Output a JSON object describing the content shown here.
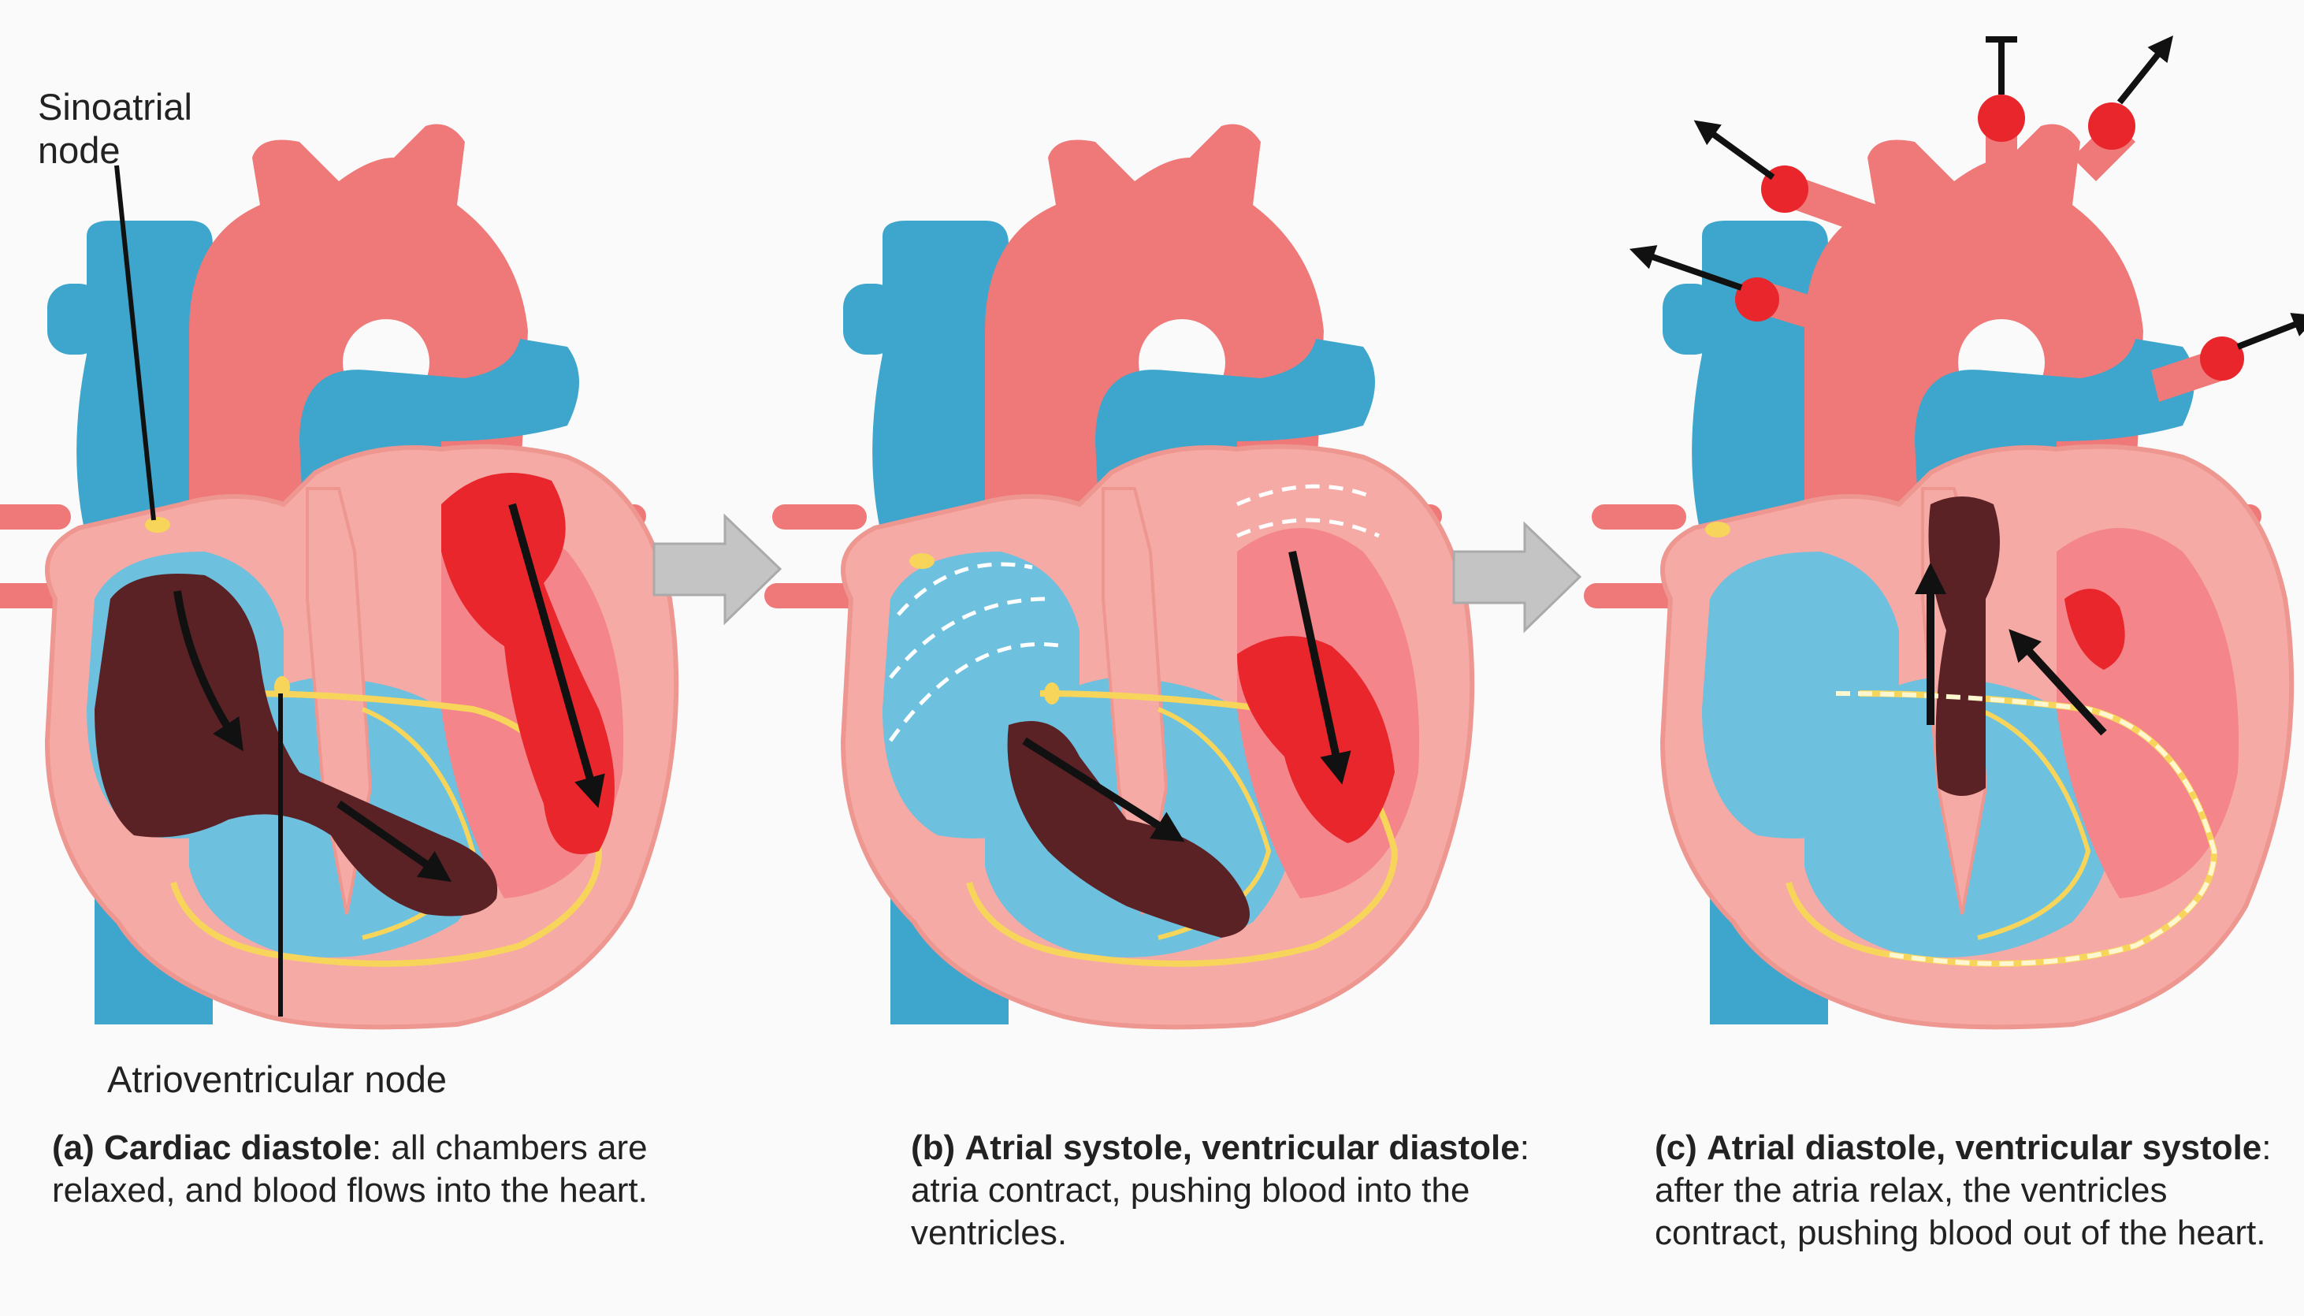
{
  "labels": {
    "sinoatrial_node": "Sinoatrial node",
    "atrioventricular_node": "Atrioventricular node"
  },
  "panels": [
    {
      "letter": "(a)",
      "title": "Cardiac diastole",
      "colon": ":",
      "text": " all chambers are relaxed, and blood flows into the heart."
    },
    {
      "letter": "(b)",
      "title": "Atrial systole, ventricular diastole",
      "colon": ":",
      "text": " atria contract, pushing blood into the ventricles."
    },
    {
      "letter": "(c)",
      "title": "Atrial diastole, ventricular systole",
      "colon": ":",
      "text": " after the atria relax, the ventricles contract, pushing blood out of the heart."
    }
  ],
  "colors": {
    "vein_blue": "#3ea6cc",
    "vein_blue_light": "#6dc0de",
    "artery_red": "#ef7878",
    "heart_wall": "#f6aaa6",
    "oxygenated": "#e8262b",
    "deoxygenated": "#5b2226",
    "conduction": "#f7d55b",
    "step_arrow": "#c4c4c4"
  }
}
